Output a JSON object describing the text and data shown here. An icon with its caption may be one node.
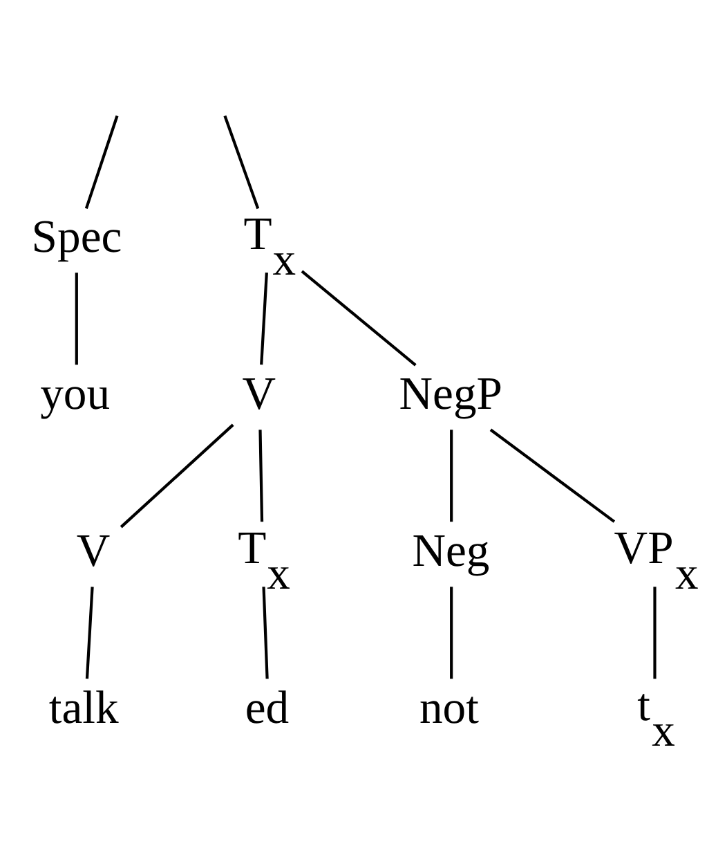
{
  "diagram": {
    "nodes": [
      {
        "text": [
          "Spec"
        ]
      },
      {
        "text": [
          "T$_{x}$"
        ]
      },
      {
        "text": [
          "V"
        ]
      },
      {
        "text": [
          "NegP"
        ]
      },
      {
        "text": [
          "V"
        ]
      },
      {
        "text": [
          "T$_{x}$"
        ]
      },
      {
        "text": [
          "you"
        ]
      },
      {
        "text": [
          "talk"
        ]
      },
      {
        "text": [
          "ed"
        ]
      },
      {
        "text": [
          "Neg"
        ]
      },
      {
        "text": [
          "VP$_{x}$"
        ]
      },
      {
        "text": [
          "not"
        ]
      },
      {
        "text": [
          "t$_{x}$"
        ]
      }
    ],
    "edges": [
      {
        "from": null,
        "to": 0,
        "arrow": "none"
      },
      {
        "from": null,
        "to": 1,
        "arrow": "none"
      },
      {
        "from": 0,
        "to": 6,
        "arrow": "none"
      },
      {
        "from": 1,
        "to": 2,
        "arrow": "none"
      },
      {
        "from": 1,
        "to": 3,
        "arrow": "none"
      },
      {
        "from": 2,
        "to": 4,
        "arrow": "none"
      },
      {
        "from": 2,
        "to": 5,
        "arrow": "none"
      },
      {
        "from": 3,
        "to": 9,
        "arrow": "none"
      },
      {
        "from": 3,
        "to": 10,
        "arrow": "none"
      },
      {
        "from": 4,
        "to": 7,
        "arrow": "none"
      },
      {
        "from": 5,
        "to": 8,
        "arrow": "none"
      },
      {
        "from": 9,
        "to": 11,
        "arrow": "none"
      },
      {
        "from": 10,
        "to": 12,
        "arrow": "none"
      }
    ]
  }
}
